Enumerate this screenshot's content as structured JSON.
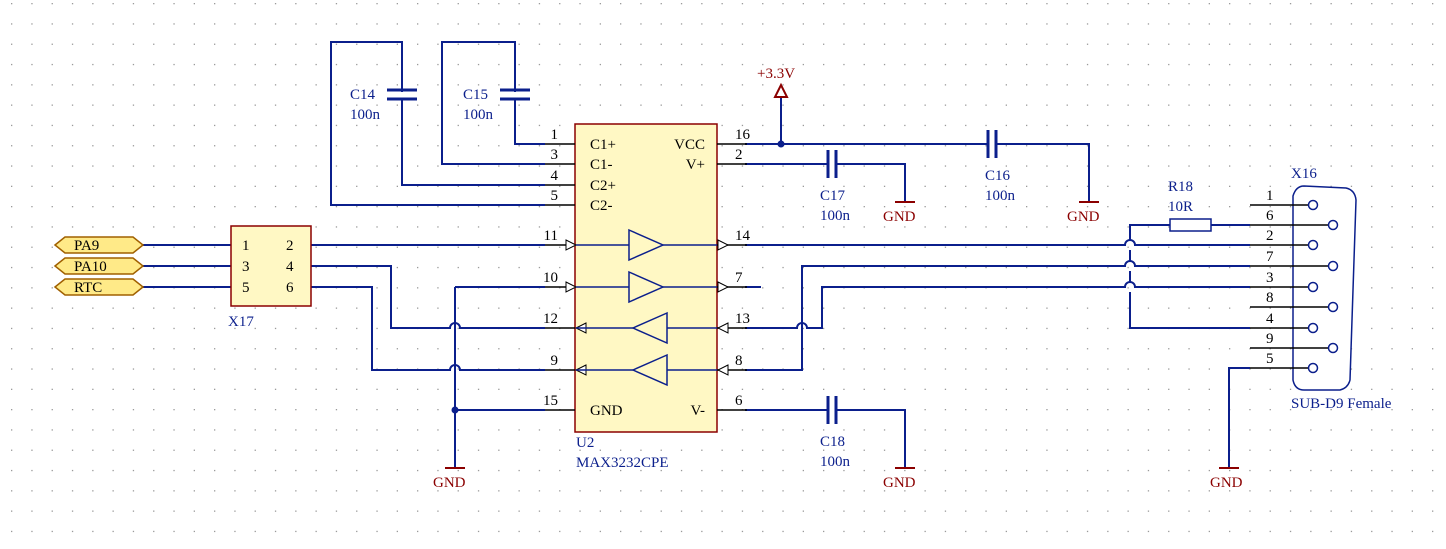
{
  "u2": {
    "designator": "U2",
    "part": "MAX3232CPE",
    "pins_left": [
      "C1+",
      "C1-",
      "C2+",
      "C2-",
      "GND"
    ],
    "pins_right": [
      "VCC",
      "V+",
      "V-"
    ],
    "pin_numbers": {
      "c1p": "1",
      "c1m": "3",
      "c2p": "4",
      "c2m": "5",
      "t1in": "11",
      "t2in": "10",
      "r1out": "12",
      "r2out": "9",
      "gnd": "15",
      "vcc": "16",
      "vp": "2",
      "t1out": "14",
      "t2out": "7",
      "r1in": "13",
      "r2in": "8",
      "vm": "6"
    }
  },
  "capacitors": {
    "c14": {
      "ref": "C14",
      "value": "100n"
    },
    "c15": {
      "ref": "C15",
      "value": "100n"
    },
    "c16": {
      "ref": "C16",
      "value": "100n"
    },
    "c17": {
      "ref": "C17",
      "value": "100n"
    },
    "c18": {
      "ref": "C18",
      "value": "100n"
    }
  },
  "resistor": {
    "ref": "R18",
    "value": "10R"
  },
  "power": {
    "vcc_label": "+3.3V",
    "gnd_label": "GND"
  },
  "ports": {
    "pa9": "PA9",
    "pa10": "PA10",
    "rtc": "RTC"
  },
  "x17": {
    "ref": "X17",
    "pins": [
      "1",
      "2",
      "3",
      "4",
      "5",
      "6"
    ]
  },
  "x16": {
    "ref": "X16",
    "type": "SUB-D9 Female",
    "pins": [
      "1",
      "6",
      "2",
      "7",
      "3",
      "8",
      "4",
      "9",
      "5"
    ]
  },
  "colors": {
    "wire": "#0b1f8c",
    "power": "#8b0000",
    "body": "#fff8c4",
    "port": "#ffea88"
  }
}
